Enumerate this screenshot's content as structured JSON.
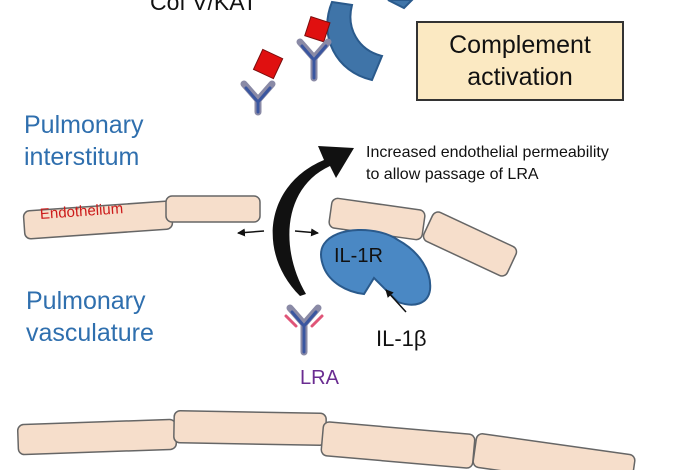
{
  "labels": {
    "top_cut": "Cof V/KAT",
    "complement_line1": "Complement",
    "complement_line2": "activation",
    "interstitum_line1": "Pulmonary",
    "interstitum_line2": "interstitum",
    "vasculature_line1": "Pulmonary",
    "vasculature_line2": "vasculature",
    "endothelium": "Endothelium",
    "permeability_line1": "Increased endothelial permeability",
    "permeability_line2": "to allow passage of LRA",
    "il1r": "IL-1R",
    "il1b": "IL-1β",
    "lra": "LRA"
  },
  "colors": {
    "cell_fill": "#f6decb",
    "cell_stroke": "#666666",
    "receptor_fill": "#4a88c4",
    "receptor_stroke": "#2a5a8c",
    "antigen_red": "#e01010",
    "antibody_gray": "#8a8aa6",
    "antibody_blue": "#3a56a0",
    "antibody_pink": "#e05578",
    "region_label": "#2f6fae",
    "endothelium_label": "#cc1a1a",
    "lra_label": "#6a2c91",
    "complement_box_fill": "#fbe9c2"
  },
  "icons": [
    "complement-c-shape-icon",
    "antibody-icon",
    "antigen-square-icon",
    "il1-receptor-icon",
    "curved-arrow-icon"
  ]
}
